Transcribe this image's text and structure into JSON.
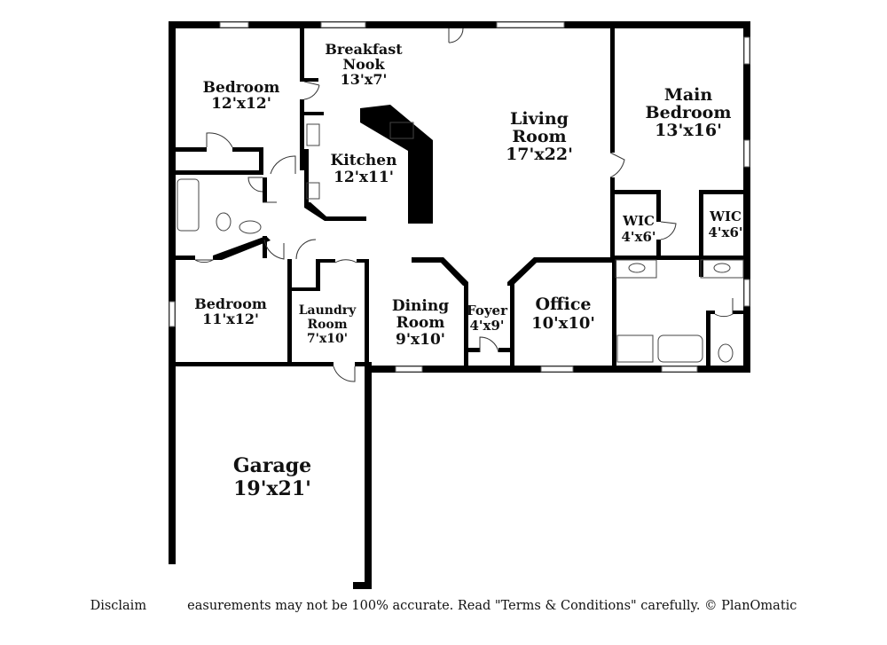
{
  "rooms": {
    "breakfast_nook": {
      "name_line1": "Breakfast",
      "name_line2": "Nook",
      "size": "13'x7'"
    },
    "bedroom_1": {
      "name": "Bedroom",
      "size": "12'x12'"
    },
    "kitchen": {
      "name": "Kitchen",
      "size": "12'x11'"
    },
    "living_room": {
      "name_line1": "Living",
      "name_line2": "Room",
      "size": "17'x22'"
    },
    "main_bedroom": {
      "name_line1": "Main",
      "name_line2": "Bedroom",
      "size": "13'x16'"
    },
    "wic_1": {
      "name": "WIC",
      "size": "4'x6'"
    },
    "wic_2": {
      "name": "WIC",
      "size": "4'x6'"
    },
    "bedroom_2": {
      "name": "Bedroom",
      "size": "11'x12'"
    },
    "laundry_room": {
      "name_line1": "Laundry",
      "name_line2": "Room",
      "size": "7'x10'"
    },
    "dining_room": {
      "name_line1": "Dining",
      "name_line2": "Room",
      "size": "9'x10'"
    },
    "foyer": {
      "name": "Foyer",
      "size": "4'x9'"
    },
    "office": {
      "name": "Office",
      "size": "10'x10'"
    },
    "garage": {
      "name": "Garage",
      "size": "19'x21'"
    }
  },
  "disclaimer": "Disclaim          easurements may not be 100% accurate. Read \"Terms & Conditions\" carefully. © PlanOmatic",
  "colors": {
    "wall": "#000000",
    "background": "#ffffff",
    "fixture": "#444444"
  }
}
